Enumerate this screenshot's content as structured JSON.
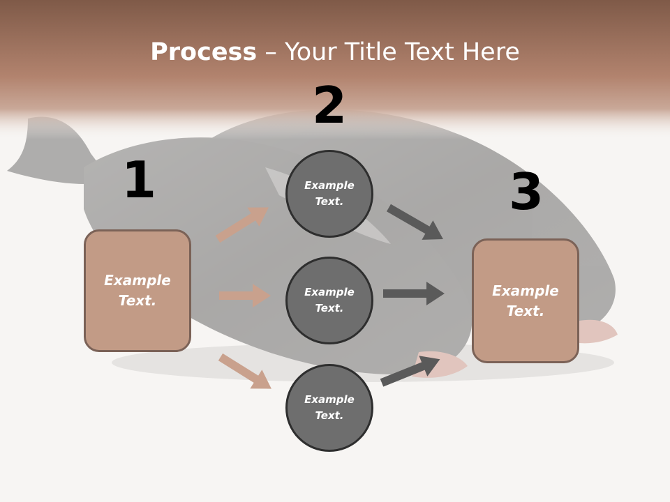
{
  "title": {
    "bold": "Process",
    "rest": " – Your Title Text Here"
  },
  "numbers": [
    "1",
    "2",
    "3"
  ],
  "left_box": {
    "line1": "Example",
    "line2": "Text."
  },
  "circles": [
    {
      "line1": "Example",
      "line2": "Text."
    },
    {
      "line1": "Example",
      "line2": "Text."
    },
    {
      "line1": "Example",
      "line2": "Text."
    }
  ],
  "right_box": {
    "line1": "Example",
    "line2": "Text."
  },
  "colors": {
    "header": "#a87a66",
    "box_fill": "#c29b86",
    "box_border": "#7b6257",
    "circle_fill": "#6e6e6e",
    "circle_border": "#2e2e2e",
    "arrow_tan": "#c9a18d",
    "arrow_gray": "#5a5a5a"
  },
  "background_image": "fish-photo"
}
